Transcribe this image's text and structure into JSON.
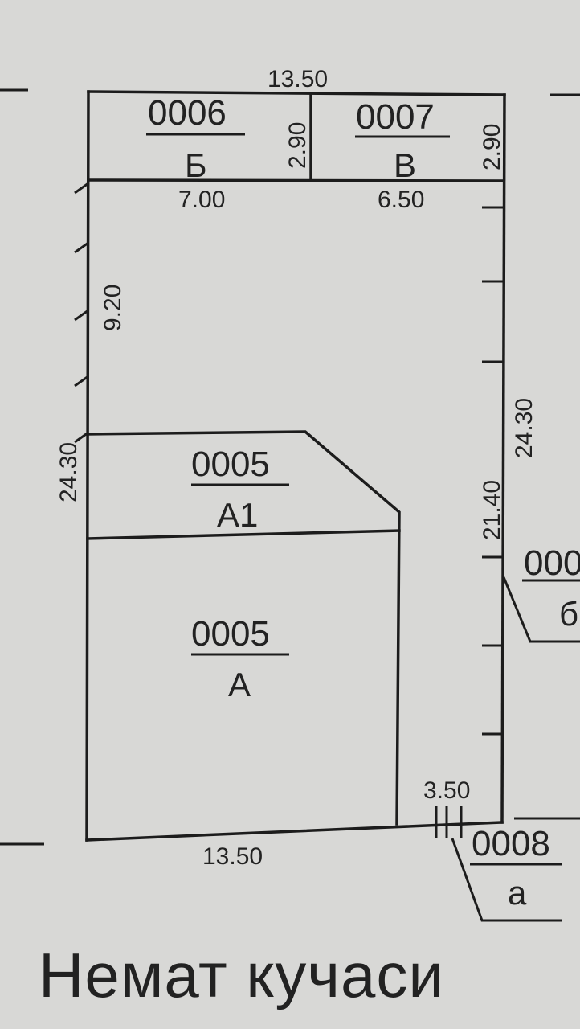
{
  "plan": {
    "dimensions": {
      "top": "13.50",
      "bottom": "13.50",
      "left_total": "24.30",
      "right_total": "24.30",
      "left_segment": "9.20",
      "right_segment": "21.40",
      "b_width": "7.00",
      "v_width": "6.50",
      "b_height": "2.90",
      "v_height": "2.90",
      "a_small": "3.50"
    },
    "plots": [
      {
        "code": "0006",
        "letter": "Б"
      },
      {
        "code": "0007",
        "letter": "В"
      },
      {
        "code": "0005",
        "letter": "А1"
      },
      {
        "code": "0005",
        "letter": "А"
      },
      {
        "code": "0008",
        "letter": "а"
      },
      {
        "code": "000",
        "letter": "б"
      }
    ],
    "street": "Немат кучаси"
  }
}
